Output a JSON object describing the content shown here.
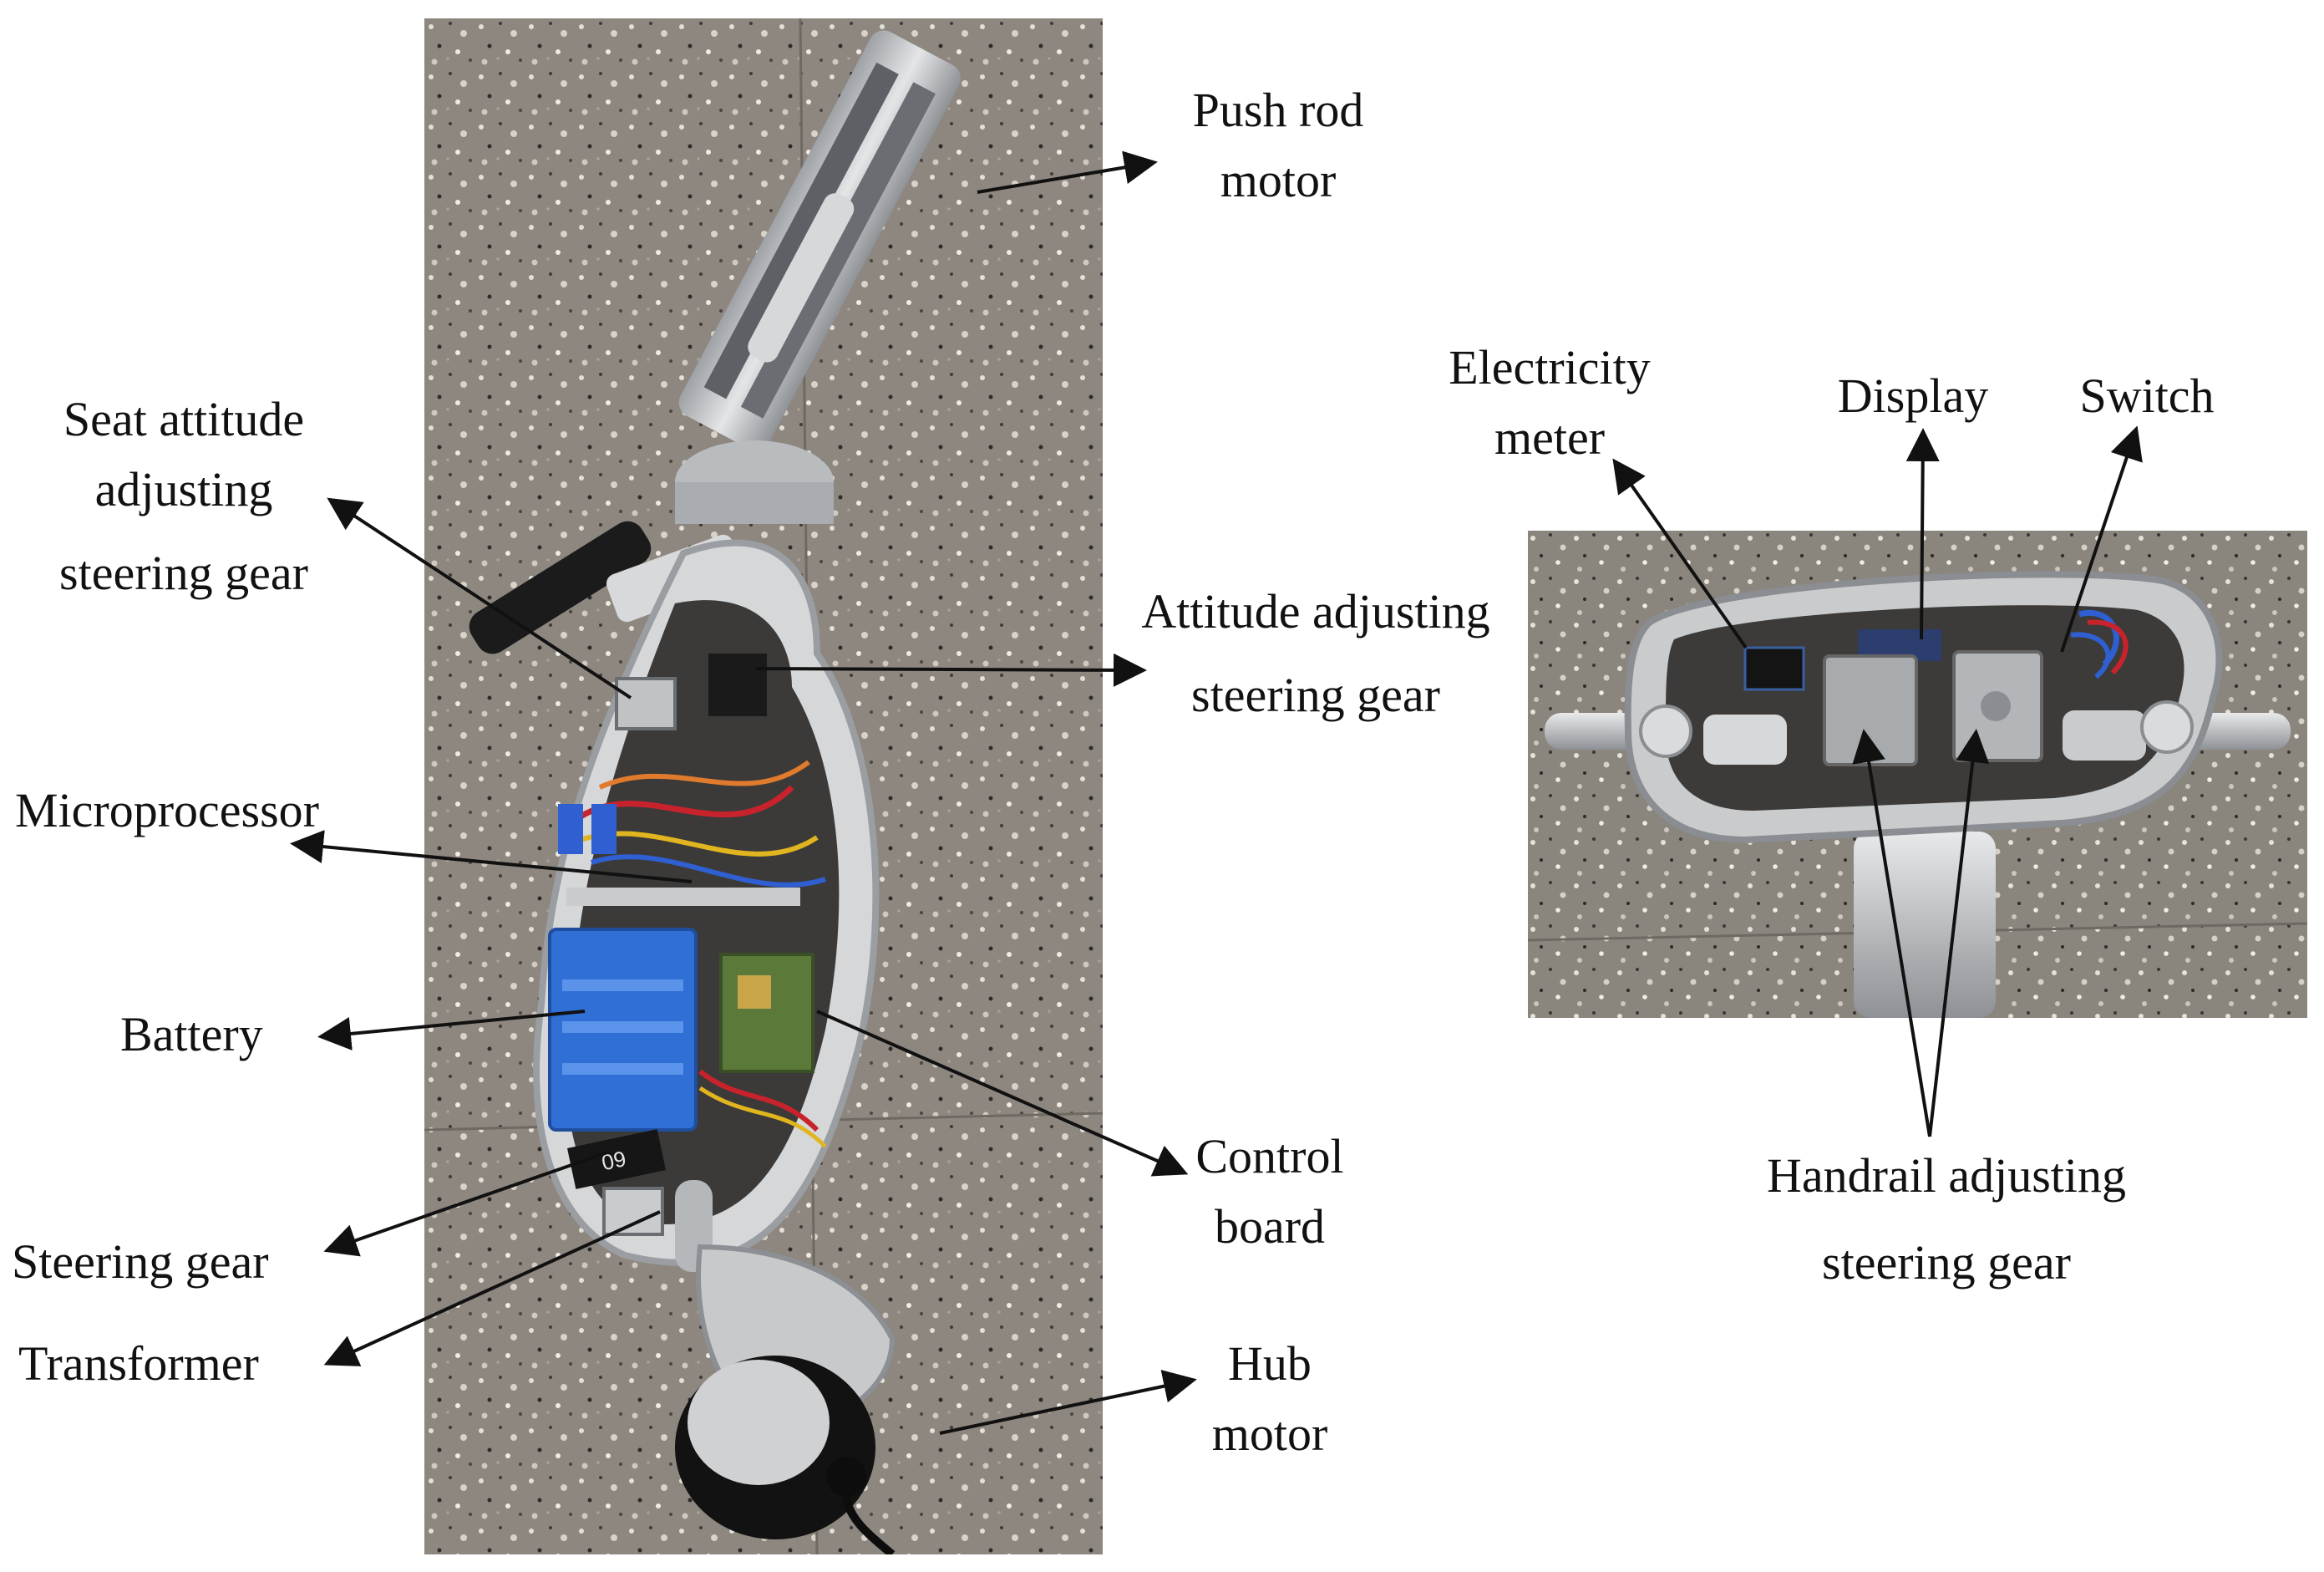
{
  "figure": {
    "left_photo_alt": "Disassembled wheelchair-leg robot body on terrazzo floor",
    "right_photo_alt": "Open handrail housing on terrazzo floor",
    "labels": {
      "push_rod_motor": [
        "Push rod",
        "motor"
      ],
      "seat_attitude": [
        "Seat attitude",
        "adjusting",
        "steering gear"
      ],
      "attitude_adjusting": [
        "Attitude adjusting",
        "steering gear"
      ],
      "microprocessor": [
        "Microprocessor"
      ],
      "battery": [
        "Battery"
      ],
      "control_board": [
        "Control",
        "board"
      ],
      "steering_gear": [
        "Steering gear"
      ],
      "transformer": [
        "Transformer"
      ],
      "hub_motor": [
        "Hub",
        "motor"
      ],
      "electricity_meter": [
        "Electricity",
        "meter"
      ],
      "display": [
        "Display"
      ],
      "switch": [
        "Switch"
      ],
      "handrail_adjusting": [
        "Handrail adjusting",
        "steering gear"
      ]
    },
    "board_text": "09"
  },
  "colors": {
    "floor": "#8c877f",
    "metal": "#c9cbcd",
    "metal_dark": "#7d8085",
    "battery": "#2f6fd6",
    "pcb": "#5b7a3a",
    "black": "#1a1a1a",
    "wire_red": "#c8232c",
    "wire_blue": "#2f5fd0",
    "wire_yellow": "#e1b51f"
  }
}
